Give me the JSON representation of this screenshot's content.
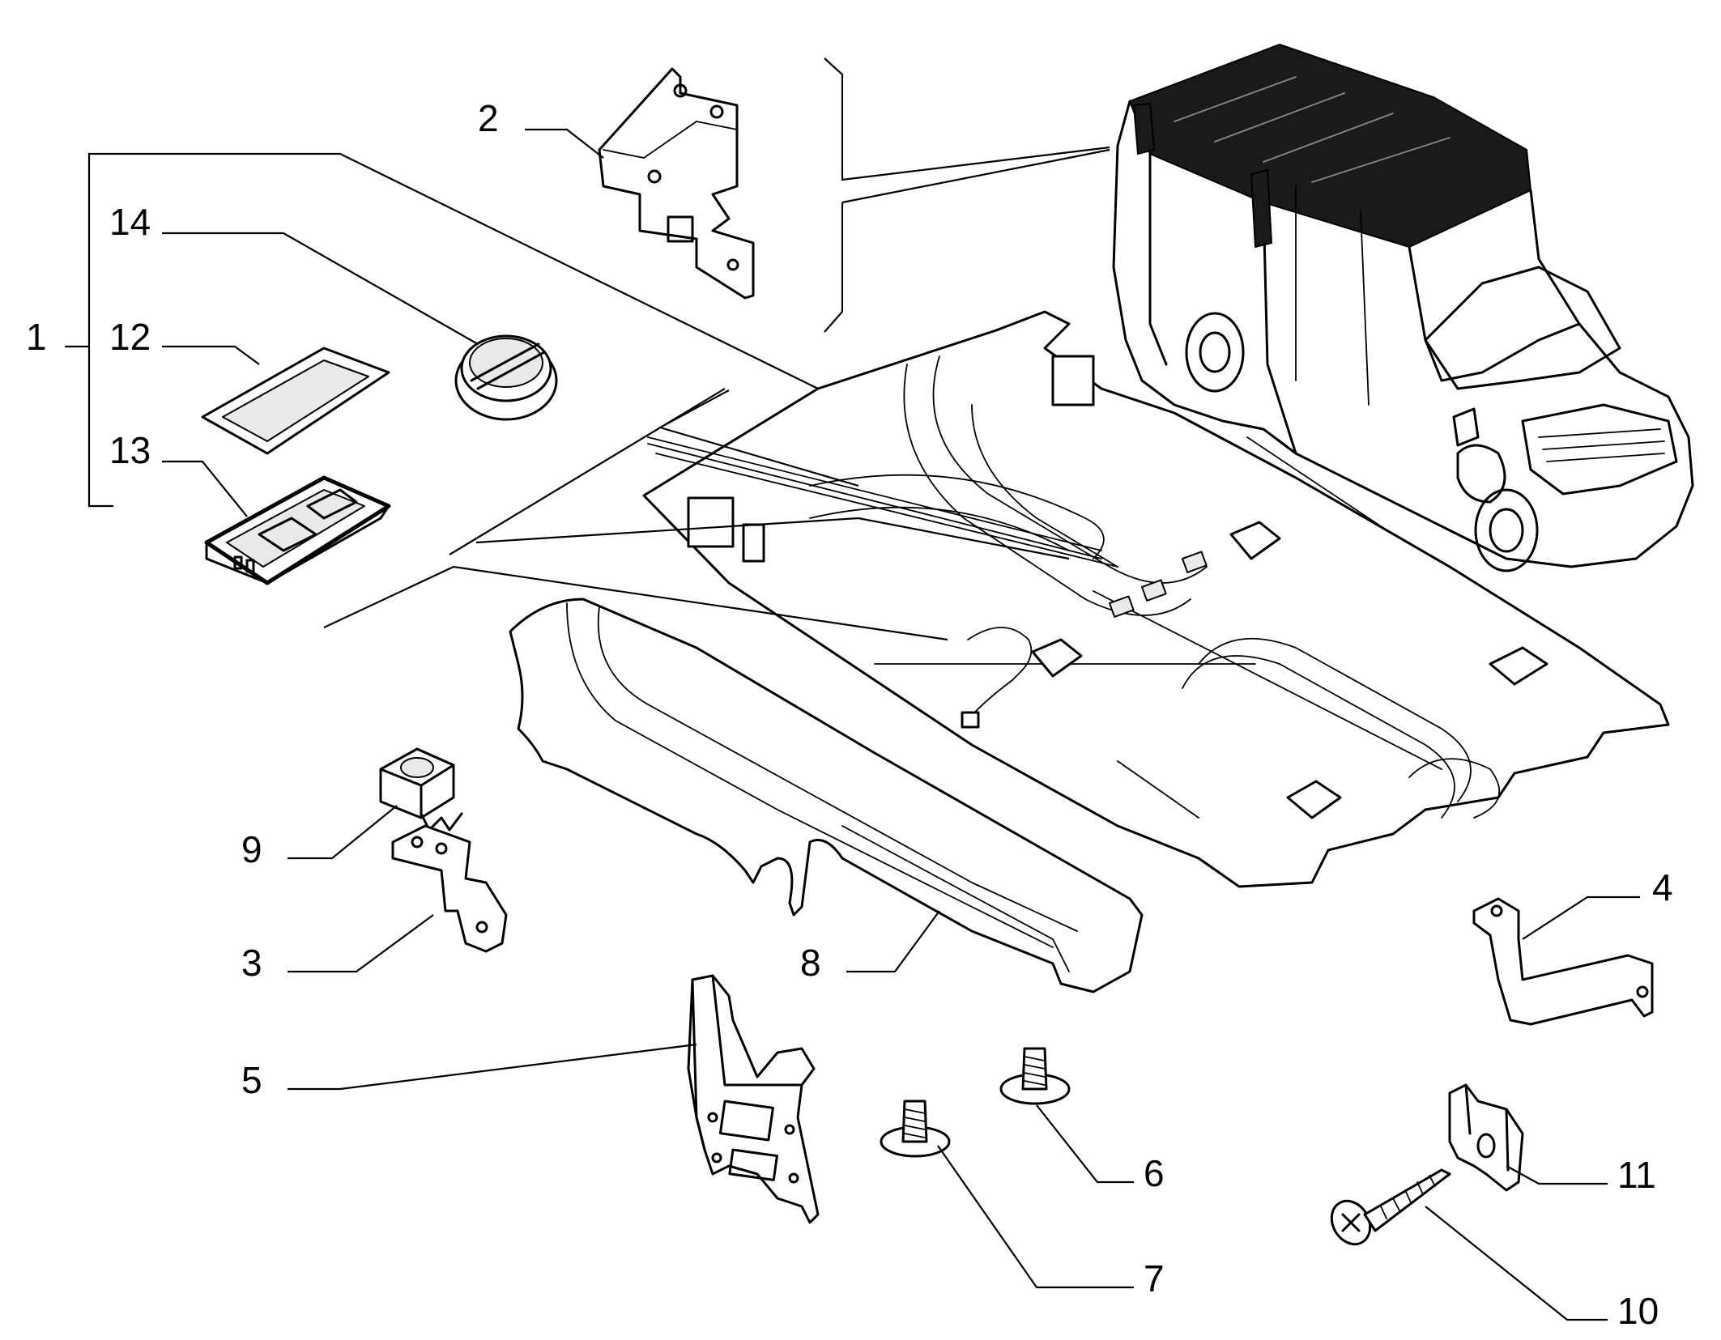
{
  "diagram": {
    "callouts": [
      {
        "id": "callout-1",
        "label": "1"
      },
      {
        "id": "callout-2",
        "label": "2"
      },
      {
        "id": "callout-3",
        "label": "3"
      },
      {
        "id": "callout-4",
        "label": "4"
      },
      {
        "id": "callout-5",
        "label": "5"
      },
      {
        "id": "callout-6",
        "label": "6"
      },
      {
        "id": "callout-7",
        "label": "7"
      },
      {
        "id": "callout-8",
        "label": "8"
      },
      {
        "id": "callout-9",
        "label": "9"
      },
      {
        "id": "callout-10",
        "label": "10"
      },
      {
        "id": "callout-11",
        "label": "11"
      },
      {
        "id": "callout-12",
        "label": "12"
      },
      {
        "id": "callout-13",
        "label": "13"
      },
      {
        "id": "callout-14",
        "label": "14"
      }
    ]
  },
  "colors": {
    "ink": "#000000",
    "paper": "#ffffff",
    "shade": "#e9e9e9"
  }
}
